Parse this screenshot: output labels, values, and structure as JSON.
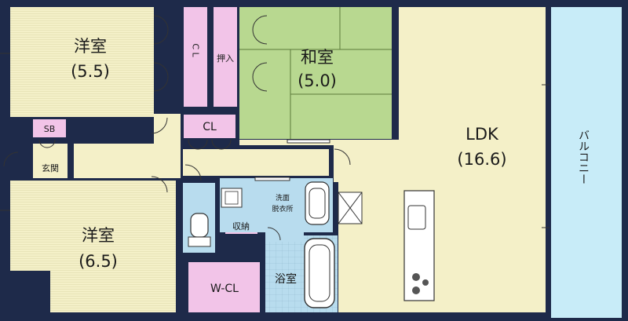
{
  "rooms": {
    "western_room_1": {
      "name": "洋室",
      "size": "(5.5)"
    },
    "western_room_2": {
      "name": "洋室",
      "size": "(6.5)"
    },
    "japanese_room": {
      "name": "和室",
      "size": "(5.0)"
    },
    "ldk": {
      "name": "LDK",
      "size": "(16.6)"
    },
    "balcony": {
      "name": "バルコニー"
    },
    "closet_1": {
      "name": "C L"
    },
    "closet_2": {
      "name": "CL"
    },
    "oshiire": {
      "name": "押入"
    },
    "shoe_box": {
      "name": "SB"
    },
    "entrance": {
      "name": "玄関"
    },
    "washroom": {
      "line1": "洗面",
      "line2": "脱衣所"
    },
    "storage": {
      "name": "収納"
    },
    "bathroom": {
      "name": "浴室"
    },
    "walk_in_closet": {
      "name": "W-CL"
    }
  },
  "colors": {
    "wall": "#1e2a4a",
    "floor": "#f4f0c8",
    "tatami": "#b8d890",
    "closet": "#f2c4e8",
    "wet_area": "#b8dcee",
    "balcony": "#c8ecf8"
  }
}
